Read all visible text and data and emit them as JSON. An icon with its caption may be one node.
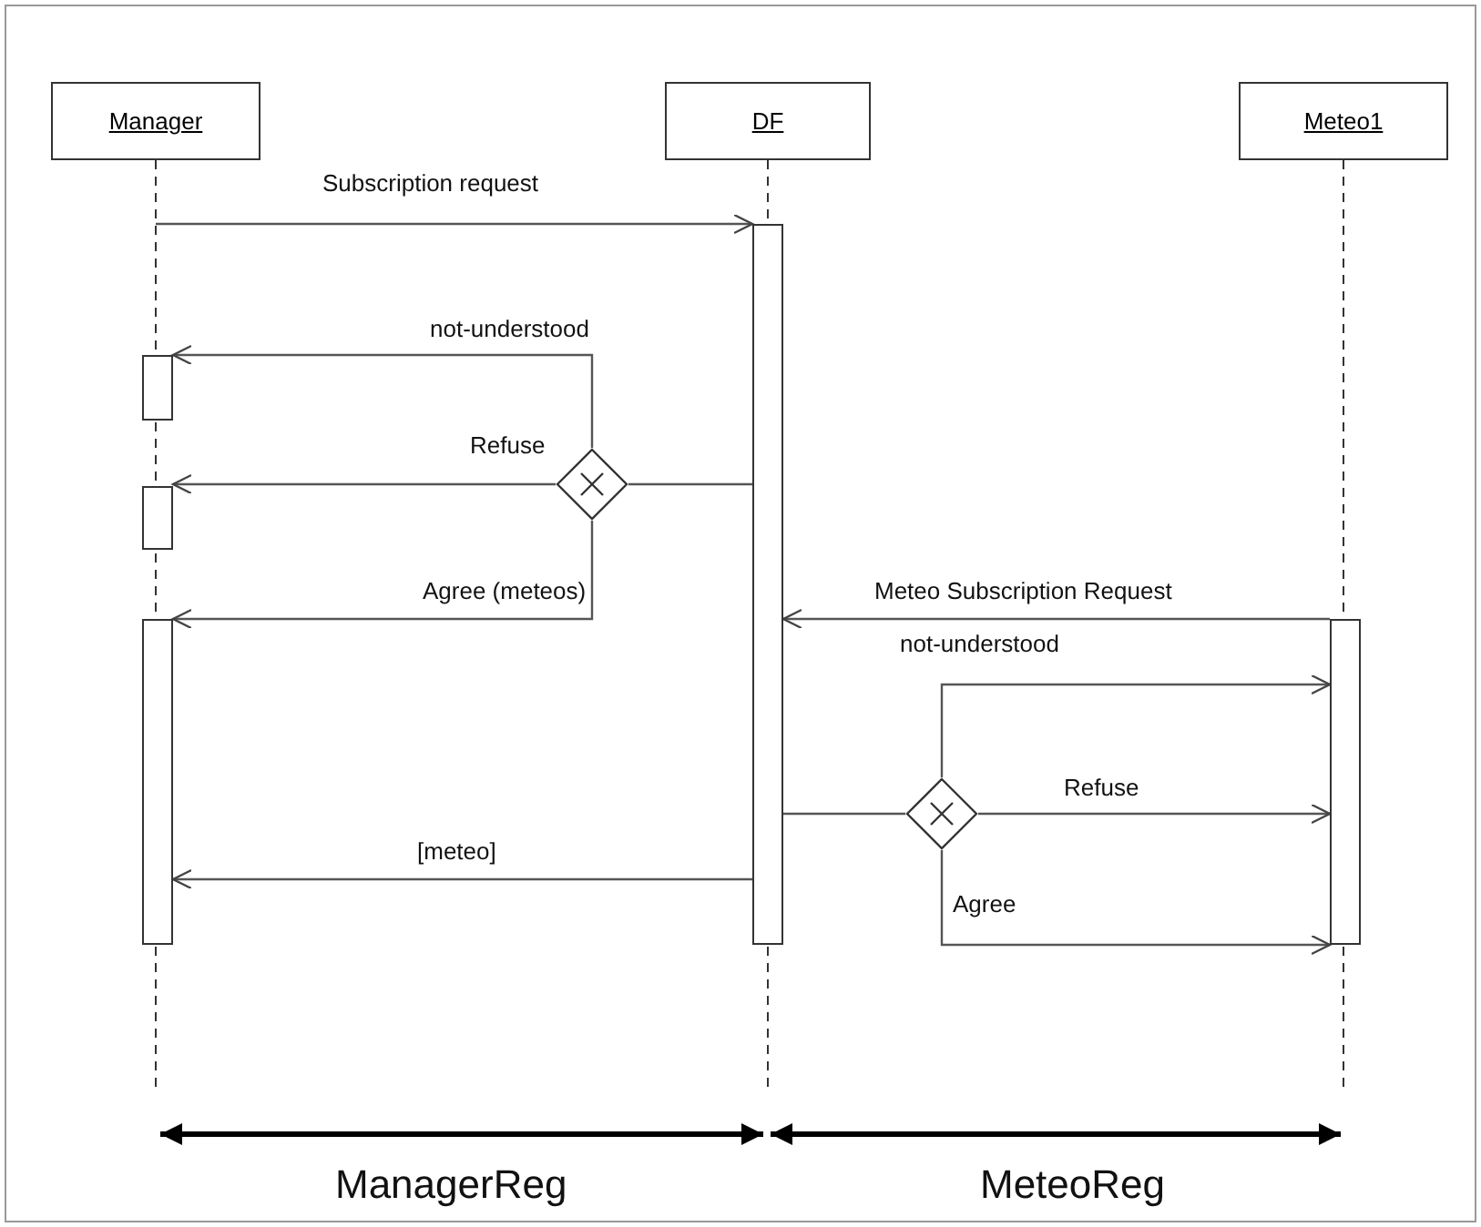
{
  "diagram": {
    "nodes": [
      {
        "text": [
          "Manager"
        ]
      },
      {
        "text": [
          "DF"
        ]
      },
      {
        "text": [
          "Meteo1"
        ]
      },
      {
        "text": [],
        "shape": "bar"
      },
      {
        "text": [],
        "shape": "bar"
      },
      {
        "text": [],
        "shape": "bar"
      },
      {
        "text": [],
        "shape": "bar"
      },
      {
        "text": [],
        "shape": "bar"
      },
      {
        "text": [],
        "shape": "diamond"
      },
      {
        "text": [],
        "shape": "diamond"
      }
    ],
    "edges": [
      {
        "from": 0,
        "to": 6,
        "arrow": "to",
        "label": "Subscription request"
      },
      {
        "from": 6,
        "to": 8,
        "arrow": "none"
      },
      {
        "from": 8,
        "to": 3,
        "arrow": "to",
        "label": "not-understood"
      },
      {
        "from": 8,
        "to": 4,
        "arrow": "to",
        "label": "Refuse"
      },
      {
        "from": 8,
        "to": 5,
        "arrow": "to",
        "label": "Agree (meteos)"
      },
      {
        "from": 7,
        "to": 6,
        "arrow": "to",
        "label": "Meteo Subscription Request"
      },
      {
        "from": 6,
        "to": 9,
        "arrow": "none"
      },
      {
        "from": 9,
        "to": 7,
        "arrow": "to",
        "label": "not-understood"
      },
      {
        "from": 9,
        "to": 7,
        "arrow": "to",
        "label": "Refuse"
      },
      {
        "from": 9,
        "to": 7,
        "arrow": "to",
        "label": "Agree"
      },
      {
        "from": 6,
        "to": 5,
        "arrow": "to",
        "label": "[meteo]"
      }
    ],
    "labels": [
      "ManagerReg",
      "MeteoReg"
    ]
  }
}
